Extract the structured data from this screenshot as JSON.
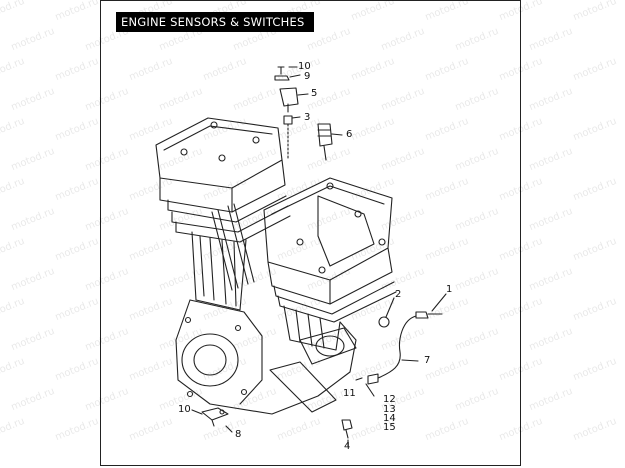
{
  "diagram": {
    "title": "ENGINE SENSORS & SWITCHES",
    "watermark_text": "motod.ru",
    "callouts": {
      "c1": "1",
      "c2": "2",
      "c3": "3",
      "c4": "4",
      "c5": "5",
      "c6": "6",
      "c7": "7",
      "c8": "8",
      "c9": "9",
      "c10_top": "10",
      "c10_bottom": "10",
      "c11": "11",
      "c12": "12",
      "c13": "13",
      "c14": "14",
      "c15": "15"
    }
  }
}
